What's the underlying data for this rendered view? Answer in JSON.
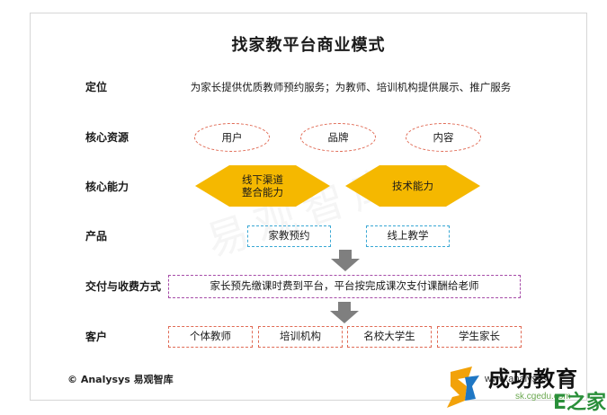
{
  "title": "找家教平台商业模式",
  "rows": {
    "positioning": {
      "label": "定位",
      "text": "为家长提供优质教师预约服务；为教师、培训机构提供展示、推广服务"
    },
    "resources": {
      "label": "核心资源",
      "items": [
        "用户",
        "品牌",
        "内容"
      ]
    },
    "capabilities": {
      "label": "核心能力",
      "items": [
        {
          "line1": "线下渠道",
          "line2": "整合能力"
        },
        {
          "line1": "技术能力",
          "line2": ""
        }
      ]
    },
    "products": {
      "label": "产品",
      "items": [
        "家教预约",
        "线上教学"
      ]
    },
    "payment": {
      "label": "交付与收费方式",
      "text": "家长预先缴课时费到平台，平台按完成课次支付课酬给老师"
    },
    "customers": {
      "label": "客户",
      "items": [
        "个体教师",
        "培训机构",
        "名校大学生",
        "学生家长"
      ]
    }
  },
  "footer": "© Analysys 易观智库",
  "watermark": "易观智库",
  "brand": {
    "name": "成功教育",
    "url": "www.analysys",
    "sub": "sk.cgedu.com",
    "tail": "E之家"
  },
  "colors": {
    "ellipse_border": "#e06a54",
    "diamond_fill": "#f5b800",
    "product_border": "#3aa8d4",
    "payment_border": "#a64ca8",
    "customer_border": "#e06a54",
    "arrow": "#7f7f7f"
  }
}
